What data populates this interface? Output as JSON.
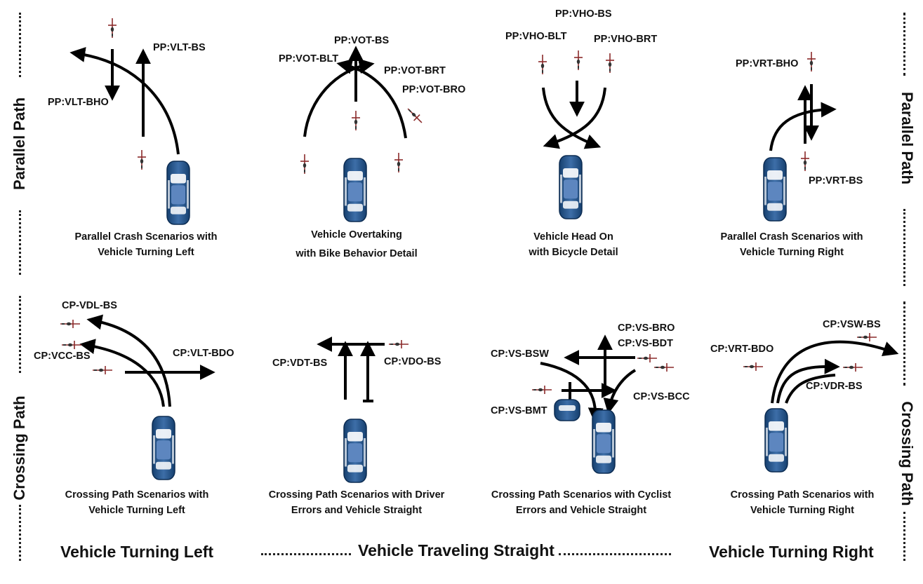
{
  "side_labels": {
    "left_top": "Parallel Path",
    "right_top": "Parallel Path",
    "left_bottom": "Crossing Path",
    "right_bottom": "Crossing Path"
  },
  "bottom_labels": {
    "left": "Vehicle Turning Left",
    "middle": "Vehicle Traveling Straight",
    "right": "Vehicle Turning Right"
  },
  "panels": {
    "p1": {
      "caption": [
        "Parallel Crash Scenarios with",
        "Vehicle Turning Left"
      ],
      "labels": [
        "PP:VLT-BS",
        "PP:VLT-BHO"
      ]
    },
    "p2": {
      "caption": [
        "Vehicle Overtaking",
        "with Bike Behavior Detail"
      ],
      "labels": [
        "PP:VOT-BS",
        "PP:VOT-BLT",
        "PP:VOT-BRT",
        "PP:VOT-BRO"
      ]
    },
    "p3": {
      "caption": [
        "Vehicle Head On",
        "with Bicycle Detail"
      ],
      "labels": [
        "PP:VHO-BS",
        "PP:VHO-BLT",
        "PP:VHO-BRT"
      ]
    },
    "p4": {
      "caption": [
        "Parallel Crash Scenarios with",
        "Vehicle Turning Right"
      ],
      "labels": [
        "PP:VRT-BHO",
        "PP:VRT-BS"
      ]
    },
    "c1": {
      "caption": [
        "Crossing Path Scenarios with",
        "Vehicle Turning Left"
      ],
      "labels": [
        "CP-VDL-BS",
        "CP:VCC-BS",
        "CP:VLT-BDO"
      ]
    },
    "c2": {
      "caption": [
        "Crossing Path Scenarios with Driver",
        "Errors and Vehicle Straight"
      ],
      "labels": [
        "CP:VDT-BS",
        "CP:VDO-BS"
      ]
    },
    "c3": {
      "caption": [
        "Crossing Path Scenarios with Cyclist",
        "Errors and Vehicle Straight"
      ],
      "labels": [
        "CP:VS-BRO",
        "CP:VS-BDT",
        "CP:VS-BSW",
        "CP:VS-BCC",
        "CP:VS-BMT"
      ]
    },
    "c4": {
      "caption": [
        "Crossing Path Scenarios with",
        "Vehicle Turning Right"
      ],
      "labels": [
        "CP:VSW-BS",
        "CP:VRT-BDO",
        "CP:VDR-BS"
      ]
    }
  },
  "colors": {
    "car_body": "#1f4f8a",
    "car_highlight": "#5d86bf",
    "bike": "#8a2a2a",
    "line": "#000000"
  }
}
